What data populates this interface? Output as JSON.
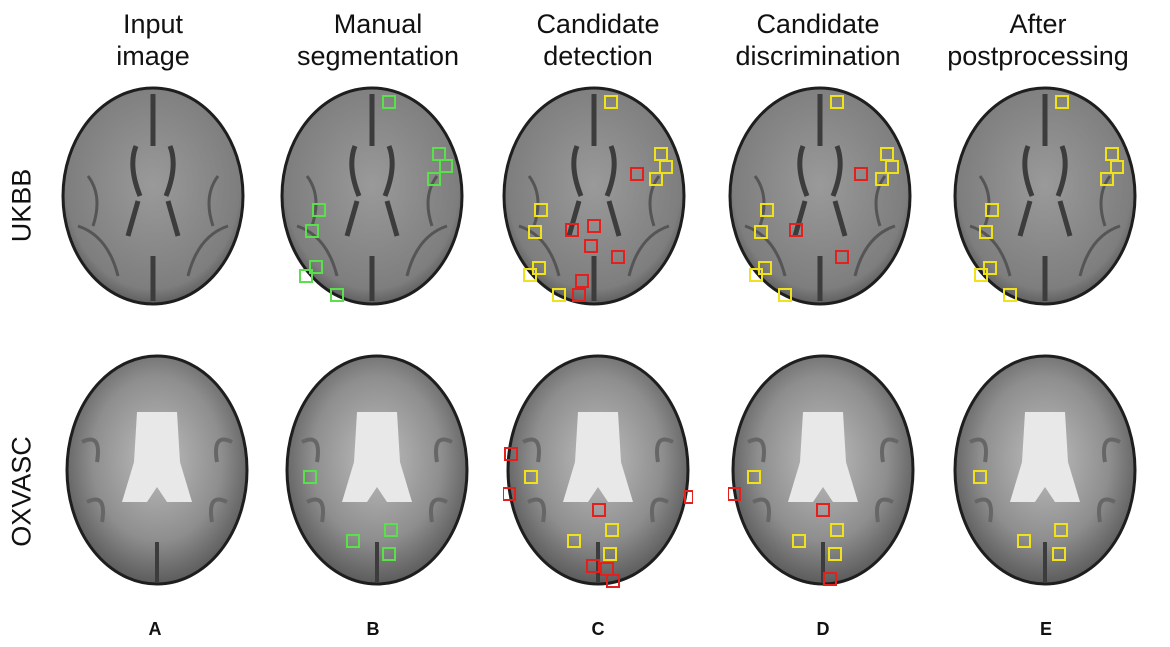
{
  "column_headers": [
    "Input\nimage",
    "Manual\nsegmentation",
    "Candidate\ndetection",
    "Candidate\ndiscrimination",
    "After\npostprocessing"
  ],
  "row_labels": [
    "UKBB",
    "OXVASC"
  ],
  "panel_letters": [
    "A",
    "B",
    "C",
    "D",
    "E"
  ],
  "colors": {
    "manual_segmentation_box": "#59e04a",
    "true_positive_box": "#f0e21a",
    "false_positive_box": "#e3201b"
  }
}
